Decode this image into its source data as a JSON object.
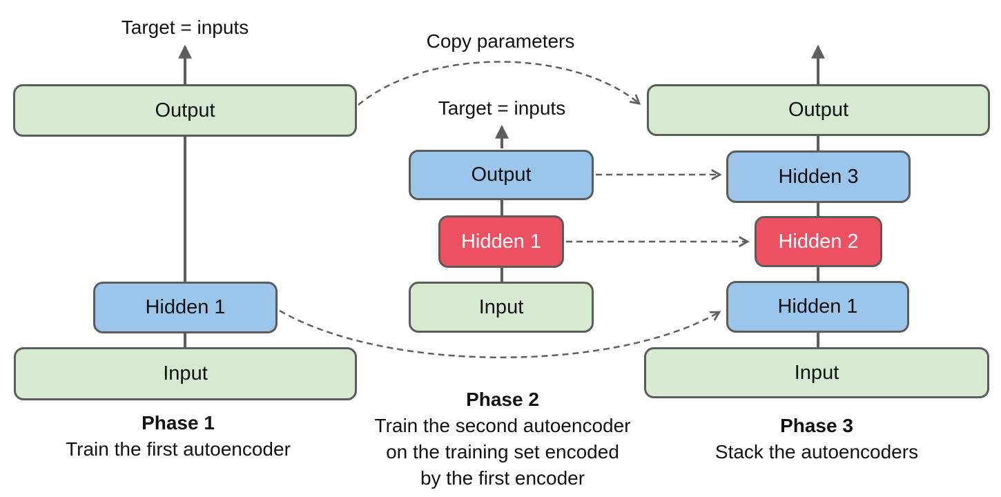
{
  "colors": {
    "green": "#d7e9d1",
    "blue": "#9cc5ec",
    "red": "#eb5160",
    "border": "#5b5b5b",
    "arrow": "#5e5e5e",
    "white_text": "#ffffff"
  },
  "annotations": {
    "phase1_target": "Target = inputs",
    "phase2_target": "Target = inputs",
    "copy_parameters": "Copy parameters"
  },
  "phases": [
    {
      "title": "Phase 1",
      "caption": [
        "Train the first autoencoder"
      ],
      "boxes": {
        "output": "Output",
        "hidden1": "Hidden 1",
        "input": "Input"
      }
    },
    {
      "title": "Phase 2",
      "caption": [
        "Train the second autoencoder",
        "on the training set encoded",
        "by the first encoder"
      ],
      "boxes": {
        "output": "Output",
        "hidden1": "Hidden 1",
        "input": "Input"
      }
    },
    {
      "title": "Phase 3",
      "caption": [
        "Stack the autoencoders"
      ],
      "boxes": {
        "output": "Output",
        "hidden3": "Hidden 3",
        "hidden2": "Hidden 2",
        "hidden1": "Hidden 1",
        "input": "Input"
      }
    }
  ]
}
